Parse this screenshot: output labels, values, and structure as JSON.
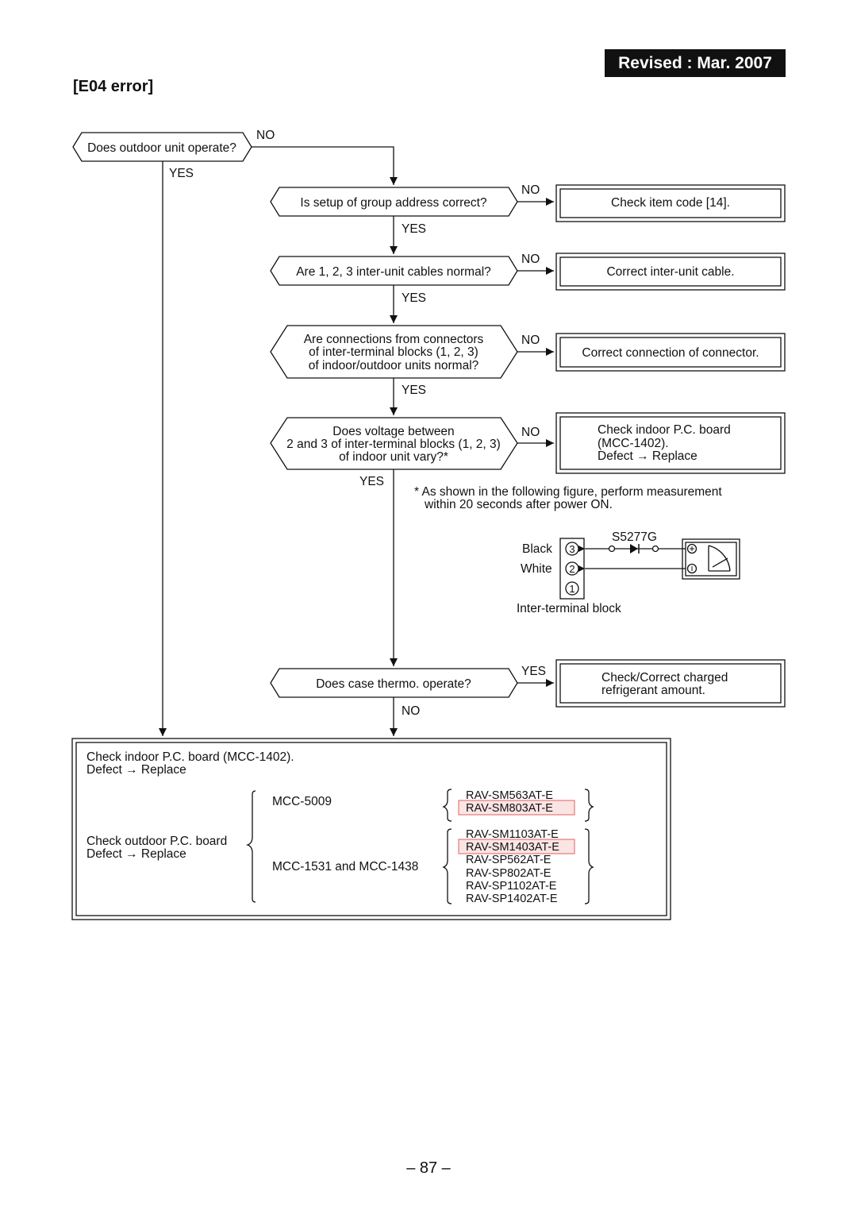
{
  "header": {
    "revised": "Revised : Mar. 2007",
    "title": "[E04 error]"
  },
  "page_number": "– 87 –",
  "labels": {
    "yes": "YES",
    "no": "NO"
  },
  "decisions": {
    "outdoor_operate": "Does outdoor unit operate?",
    "group_address": "Is setup of group address correct?",
    "inter_unit_cables": "Are 1, 2, 3 inter-unit cables normal?",
    "connections": [
      "Are connections from connectors",
      "of inter-terminal blocks (1, 2, 3)",
      "of indoor/outdoor units normal?"
    ],
    "voltage": [
      "Does voltage between",
      "2 and 3 of inter-terminal blocks (1, 2, 3)",
      "of indoor unit vary?*"
    ],
    "case_thermo": "Does case thermo. operate?"
  },
  "actions": {
    "check_item_code": "Check item code [14].",
    "correct_cable": "Correct inter-unit cable.",
    "correct_connection": "Correct connection of connector.",
    "check_indoor_pc": [
      "Check indoor P.C. board",
      "(MCC-1402).",
      "Defect → Replace"
    ],
    "check_refrigerant": [
      "Check/Correct charged",
      "refrigerant amount."
    ]
  },
  "note": [
    "* As shown in the following figure, perform measurement",
    "within 20 seconds after power ON."
  ],
  "figure": {
    "label_black": "Black",
    "label_white": "White",
    "terminal_3": "3",
    "terminal_2": "2",
    "terminal_1": "1",
    "terminal_caption": "Inter-terminal block",
    "meter_model": "S5277G"
  },
  "bottom_box": {
    "indoor": [
      "Check indoor P.C. board (MCC-1402).",
      "Defect → Replace"
    ],
    "outdoor": [
      "Check outdoor P.C. board",
      "Defect → Replace"
    ],
    "board_a": "MCC-5009",
    "board_b": "MCC-1531 and MCC-1438",
    "models_a": [
      "RAV-SM563AT-E",
      "RAV-SM803AT-E"
    ],
    "models_b": [
      "RAV-SM1103AT-E",
      "RAV-SM1403AT-E",
      "RAV-SP562AT-E",
      "RAV-SP802AT-E",
      "RAV-SP1102AT-E",
      "RAV-SP1402AT-E"
    ],
    "highlight_color": "#e06060"
  }
}
